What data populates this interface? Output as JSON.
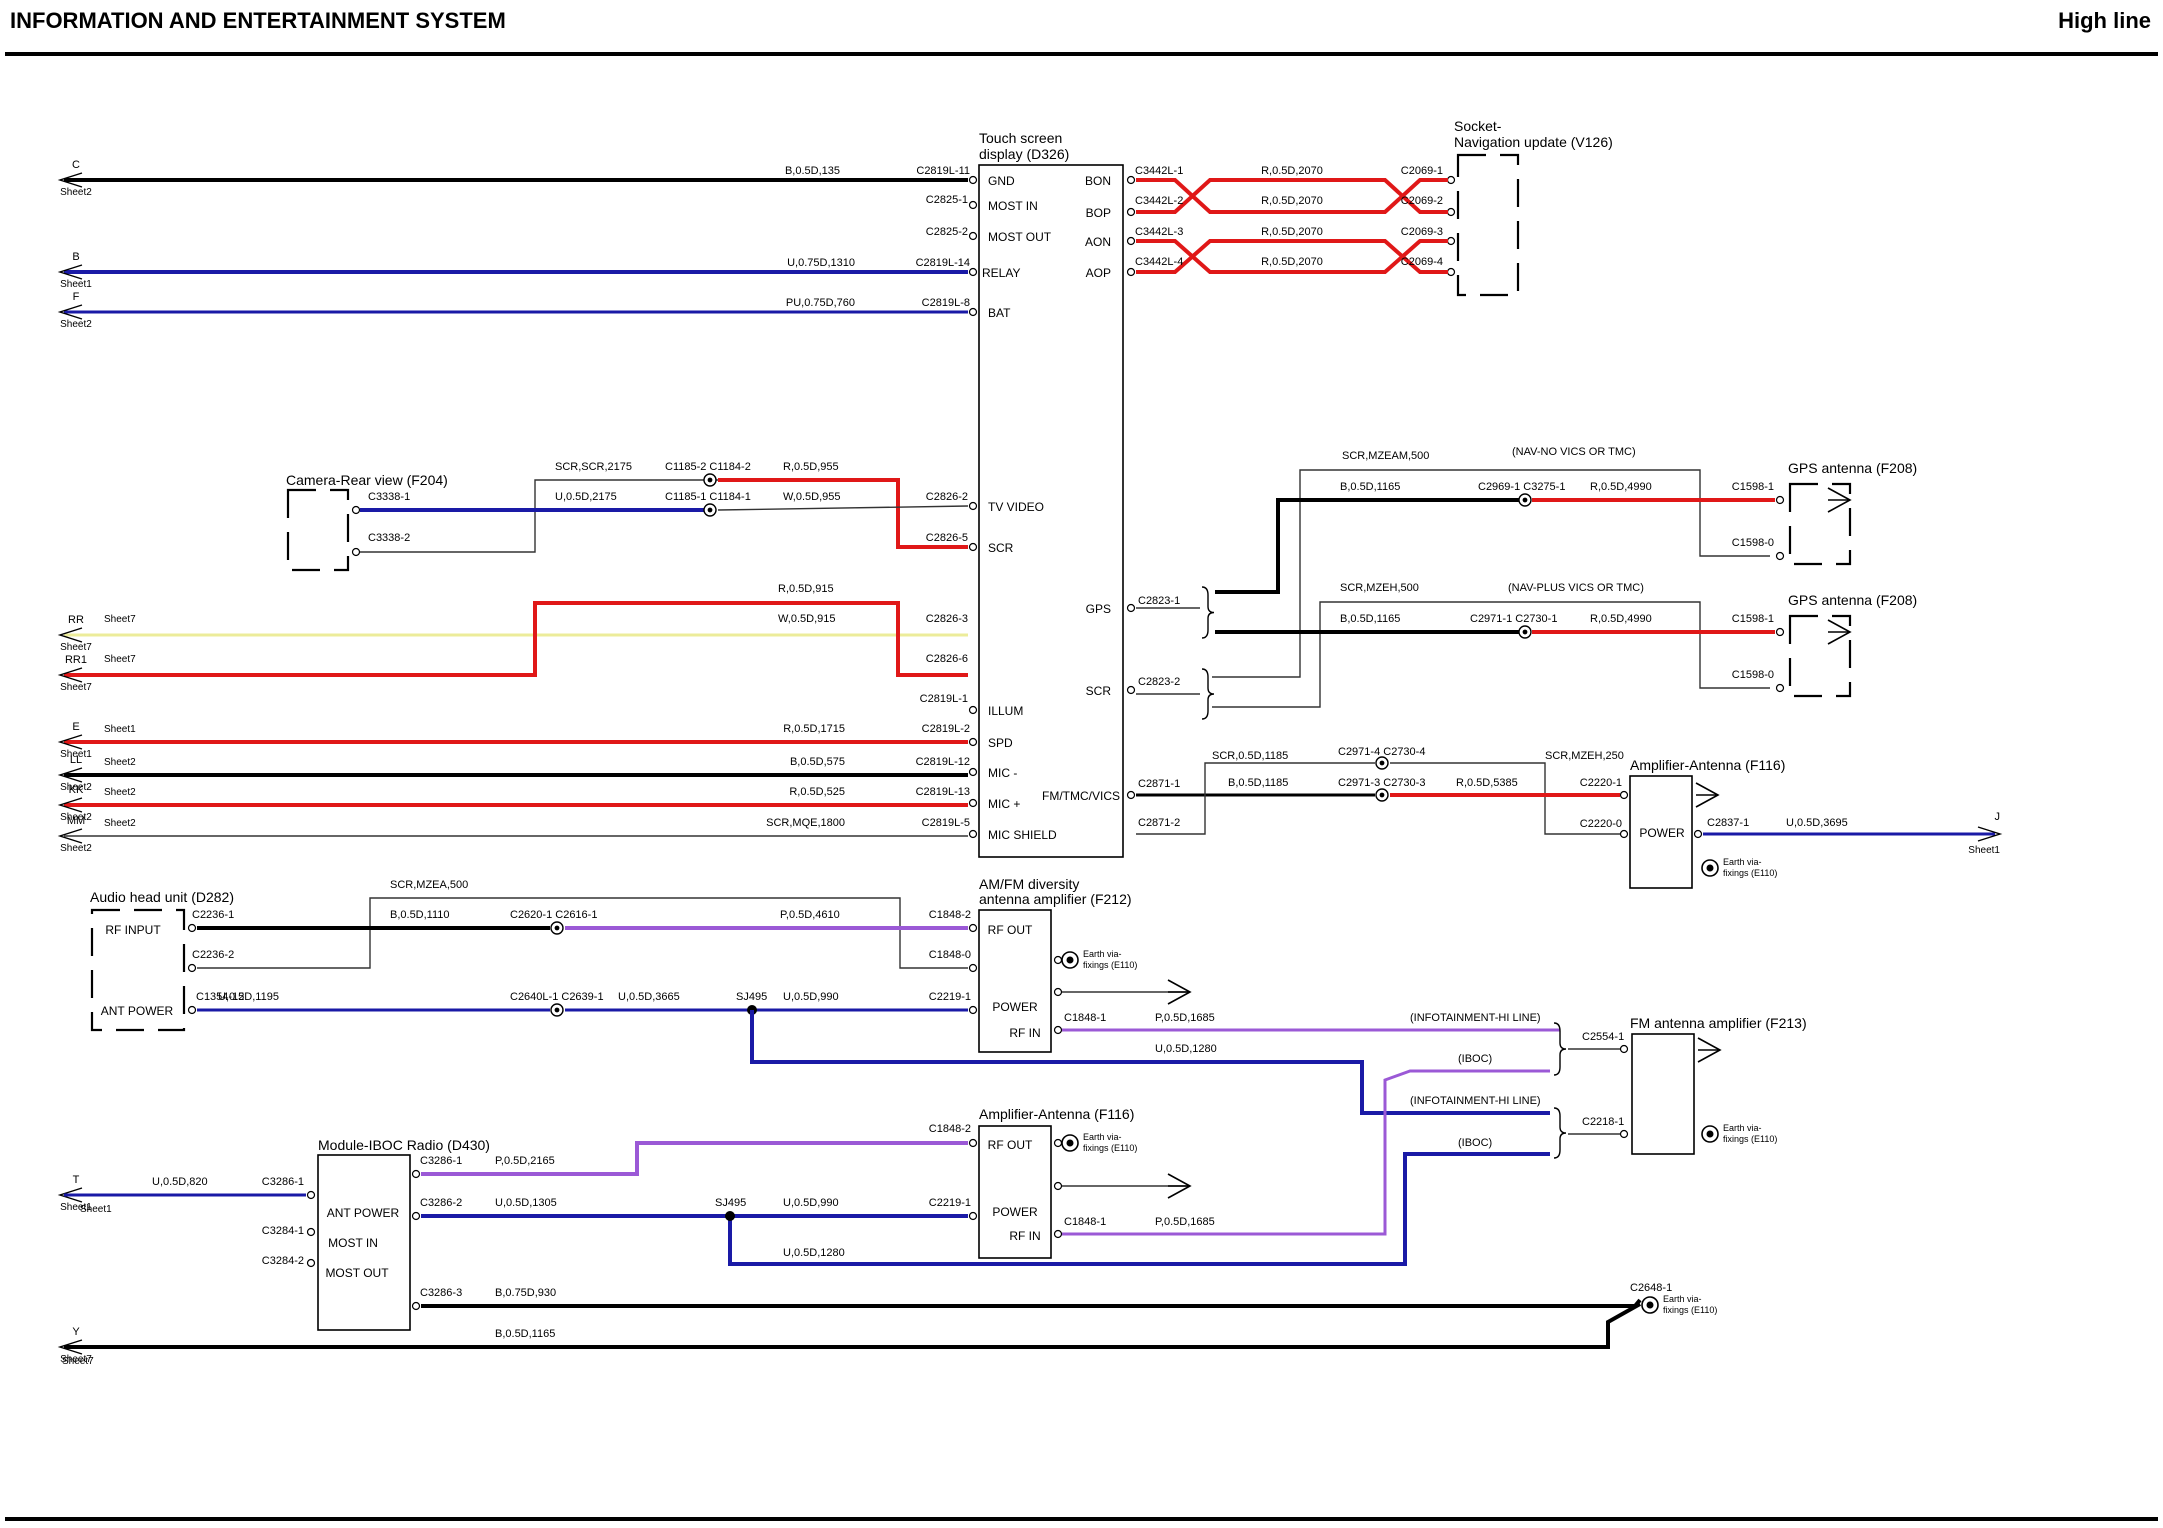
{
  "header": {
    "title": "INFORMATION AND ENTERTAINMENT SYSTEM",
    "variant": "High line"
  },
  "colors": {
    "black": "#000000",
    "blue": "#1a1aa6",
    "red": "#e01818",
    "purple": "#9b59d6",
    "yellow": "#ecec9a",
    "thin": "#333333"
  },
  "components": {
    "touch": [
      "Touch screen",
      "display (D326)"
    ],
    "socket": [
      "Socket-",
      "Navigation update (V126)"
    ],
    "camera": "Camera-Rear view (F204)",
    "gps1": "GPS antenna (F208)",
    "gps2": "GPS antenna (F208)",
    "amp1": "Amplifier-Antenna (F116)",
    "audio": "Audio head unit (D282)",
    "amfm": [
      "AM/FM diversity",
      "antenna amplifier (F212)"
    ],
    "fmamp": "FM antenna amplifier (F213)",
    "amp2": "Amplifier-Antenna (F116)",
    "iboc": "Module-IBOC Radio (D430)"
  },
  "pins": {
    "touch_left": [
      "GND",
      "MOST IN",
      "MOST OUT",
      "RELAY",
      "BAT",
      "TV VIDEO",
      "SCR",
      "ILLUM",
      "SPD",
      "MIC -",
      "MIC +",
      "MIC SHIELD"
    ],
    "touch_right": [
      "BON",
      "BOP",
      "AON",
      "AOP",
      "GPS",
      "SCR",
      "FM/TMC/VICS"
    ],
    "amp1": "POWER",
    "audio": [
      "RF INPUT",
      "ANT POWER"
    ],
    "amfm": [
      "RF OUT",
      "POWER",
      "RF IN"
    ],
    "amp2": [
      "RF OUT",
      "POWER",
      "RF IN"
    ],
    "iboc": [
      "ANT POWER",
      "MOST IN",
      "MOST OUT"
    ]
  },
  "earth": [
    "Earth via-",
    "fixings (E110)"
  ],
  "offsheet": [
    {
      "code": "C",
      "sheet": "Sheet2"
    },
    {
      "code": "B",
      "sheet": "Sheet1"
    },
    {
      "code": "F",
      "sheet": "Sheet2"
    },
    {
      "code": "RR",
      "sheet": "Sheet7"
    },
    {
      "code": "RR1",
      "sheet": "Sheet7"
    },
    {
      "code": "E",
      "sheet": "Sheet1"
    },
    {
      "code": "LL",
      "sheet": "Sheet2"
    },
    {
      "code": "KK",
      "sheet": "Sheet2"
    },
    {
      "code": "MM",
      "sheet": "Sheet2"
    },
    {
      "code": "J",
      "sheet": "Sheet1"
    },
    {
      "code": "T",
      "sheet": "Sheet1"
    },
    {
      "code": "Y",
      "sheet": "Sheet7"
    }
  ],
  "connectors": {
    "c2819_11": "C2819L-11",
    "c2825_1": "C2825-1",
    "c2825_2": "C2825-2",
    "c2819_14": "C2819L-14",
    "c2819_8": "C2819L-8",
    "c3442_1": "C3442L-1",
    "c3442_2": "C3442L-2",
    "c3442_3": "C3442L-3",
    "c3442_4": "C3442L-4",
    "c2069_1": "C2069-1",
    "c2069_2": "C2069-2",
    "c2069_3": "C2069-3",
    "c2069_4": "C2069-4",
    "c3338_1": "C3338-1",
    "c3338_2": "C3338-2",
    "c1185_2": "C1185-2 C1184-2",
    "c1185_1": "C1185-1 C1184-1",
    "c2826_2": "C2826-2",
    "c2826_5": "C2826-5",
    "c2826_3": "C2826-3",
    "c2826_6": "C2826-6",
    "c2819_1": "C2819L-1",
    "c2819_2": "C2819L-2",
    "c2819_12": "C2819L-12",
    "c2819_13": "C2819L-13",
    "c2819_5": "C2819L-5",
    "c2823_1": "C2823-1",
    "c2823_2": "C2823-2",
    "c2969_1": "C2969-1 C3275-1",
    "c2971_1": "C2971-1 C2730-1",
    "c1598_1a": "C1598-1",
    "c1598_0a": "C1598-0",
    "c1598_1b": "C1598-1",
    "c1598_0b": "C1598-0",
    "c2871_1": "C2871-1",
    "c2871_2": "C2871-2",
    "c2971_4": "C2971-4 C2730-4",
    "c2971_3": "C2971-3 C2730-3",
    "c2220_1": "C2220-1",
    "c2220_0": "C2220-0",
    "c2837_1": "C2837-1",
    "c2236_1": "C2236-1",
    "c2236_2": "C2236-2",
    "c2620_1": "C2620-1 C2616-1",
    "c1848_2a": "C1848-2",
    "c1848_0": "C1848-0",
    "c1354_12": "C1354-12",
    "c2640_1": "C2640L-1 C2639-1",
    "sj495a": "SJ495",
    "c2219_1a": "C2219-1",
    "c1848_1a": "C1848-1",
    "c2554_1": "C2554-1",
    "c2218_1": "C2218-1",
    "c1848_2b": "C1848-2",
    "c3286_1a": "C3286-1",
    "c3286_1b": "C3286-1",
    "c3284_1": "C3284-1",
    "c3284_2": "C3284-2",
    "c3286_2": "C3286-2",
    "sj495b": "SJ495",
    "c2219_1b": "C2219-1",
    "c1848_1b": "C1848-1",
    "c3286_3": "C3286-3",
    "c2648_1": "C2648-1"
  },
  "wires": {
    "w135": "B,0.5D,135",
    "w1310": "U,0.75D,1310",
    "w760": "PU,0.75D,760",
    "w2070a": "R,0.5D,2070",
    "w2070b": "R,0.5D,2070",
    "w2070c": "R,0.5D,2070",
    "w2070d": "R,0.5D,2070",
    "wscr2175": "SCR,SCR,2175",
    "w955r": "R,0.5D,955",
    "w2175": "U,0.5D,2175",
    "w955w": "W,0.5D,955",
    "w915r": "R,0.5D,915",
    "w915w": "W,0.5D,915",
    "w1715": "R,0.5D,1715",
    "w575": "B,0.5D,575",
    "w525": "R,0.5D,525",
    "w1800": "SCR,MQE,1800",
    "wmzeam": "SCR,MZEAM,500",
    "wnavno": "(NAV-NO VICS OR TMC)",
    "w1165a": "B,0.5D,1165",
    "w4990a": "R,0.5D,4990",
    "wmzeh": "SCR,MZEH,500",
    "wnavplus": "(NAV-PLUS VICS OR TMC)",
    "w1165b": "B,0.5D,1165",
    "w4990b": "R,0.5D,4990",
    "wscr1185": "SCR,0.5D,1185",
    "w1185": "B,0.5D,1185",
    "w5385": "R,0.5D,5385",
    "wmzeh250": "SCR,MZEH,250",
    "w3695": "U,0.5D,3695",
    "wmzea": "SCR,MZEA,500",
    "w1110": "B,0.5D,1110",
    "w4610": "P,0.5D,4610",
    "w1195": "U,0.5D,1195",
    "w3665": "U,0.5D,3665",
    "w990a": "U,0.5D,990",
    "w1685a": "P,0.5D,1685",
    "winfo1": "(INFOTAINMENT-HI LINE)",
    "w1280a": "U,0.5D,1280",
    "wibocA": "(IBOC)",
    "winfo2": "(INFOTAINMENT-HI LINE)",
    "wibocB": "(IBOC)",
    "w820": "U,0.5D,820",
    "w2165": "P,0.5D,2165",
    "w1305": "U,0.5D,1305",
    "w990b": "U,0.5D,990",
    "w1685b": "P,0.5D,1685",
    "w1280b": "U,0.5D,1280",
    "w930": "B,0.75D,930",
    "w1165c": "B,0.5D,1165"
  }
}
